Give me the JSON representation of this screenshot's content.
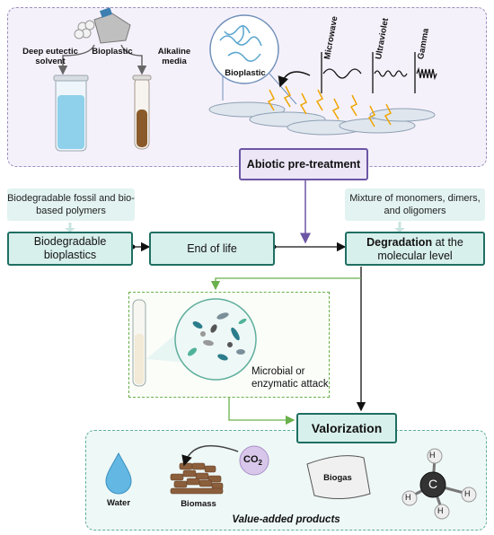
{
  "top_panel": {
    "deep_eutectic_solvent": "Deep eutectic solvent",
    "bioplastic": "Bioplastic",
    "alkaline_media": "Alkaline media",
    "bioplastic_zoom": "Bioplastic",
    "radiation": [
      "Microwave",
      "Ultraviolet",
      "Gamma"
    ]
  },
  "process": {
    "abiotic_pretreatment": "Abiotic pre-treatment",
    "note_polymers": "Biodegradable fossil and bio-based polymers",
    "note_mixture": "Mixture of monomers, dimers, and oligomers",
    "biodegradable_bioplastics": "Biodegradable bioplastics",
    "end_of_life": "End of life",
    "degradation_bold": "Degradation",
    "degradation_rest": " at the molecular level",
    "microbial_attack": "Microbial or enzymatic attack",
    "valorization": "Valorization"
  },
  "products": {
    "water": "Water",
    "biomass": "Biomass",
    "co2_main": "CO",
    "co2_sub": "2",
    "biogas": "Biogas",
    "hydrogen": "H",
    "carbon": "C",
    "caption": "Value-added products"
  },
  "colors": {
    "purple": "#6c55a5",
    "teal": "#1f6f62",
    "green": "#6ab04c",
    "liquid_blue": "#8fd0ea",
    "liquid_brown": "#8a5a2b"
  }
}
